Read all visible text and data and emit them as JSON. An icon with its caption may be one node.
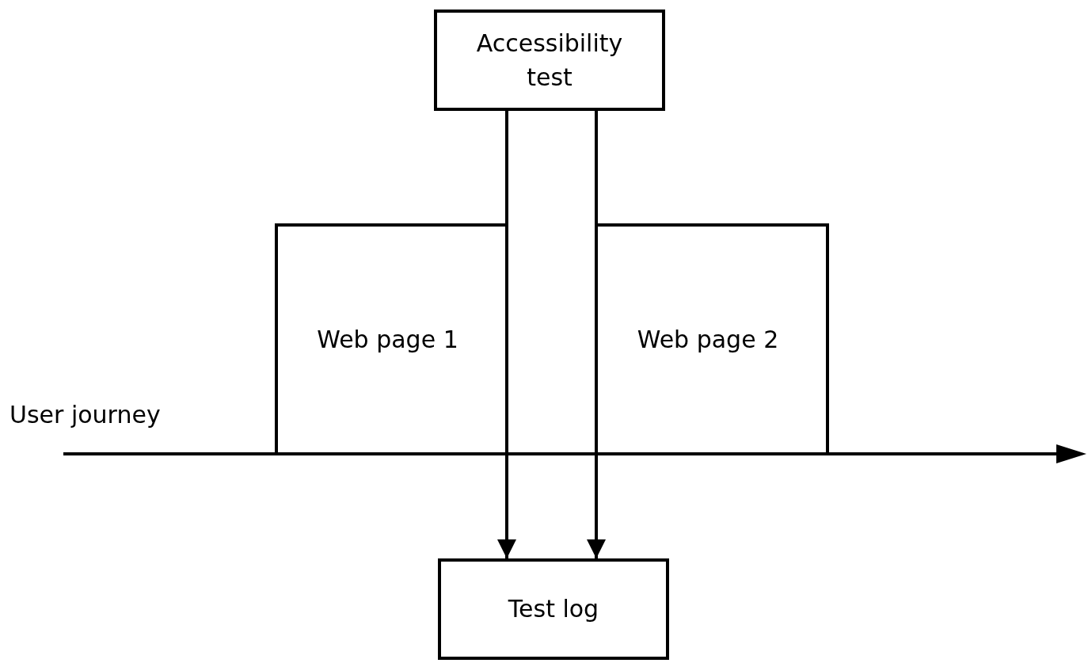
{
  "diagram": {
    "nodes": [
      {
        "text": [
          "Accessibility test"
        ]
      },
      {
        "text": [
          "Web page 1"
        ]
      },
      {
        "text": [
          "Web page 2"
        ]
      },
      {
        "text": [
          "Test log"
        ]
      }
    ],
    "edges": [
      {
        "from": 0,
        "to": 3,
        "arrow": "to"
      },
      {
        "from": 0,
        "to": 3,
        "arrow": "to"
      }
    ],
    "labels": [
      "User journey"
    ]
  }
}
